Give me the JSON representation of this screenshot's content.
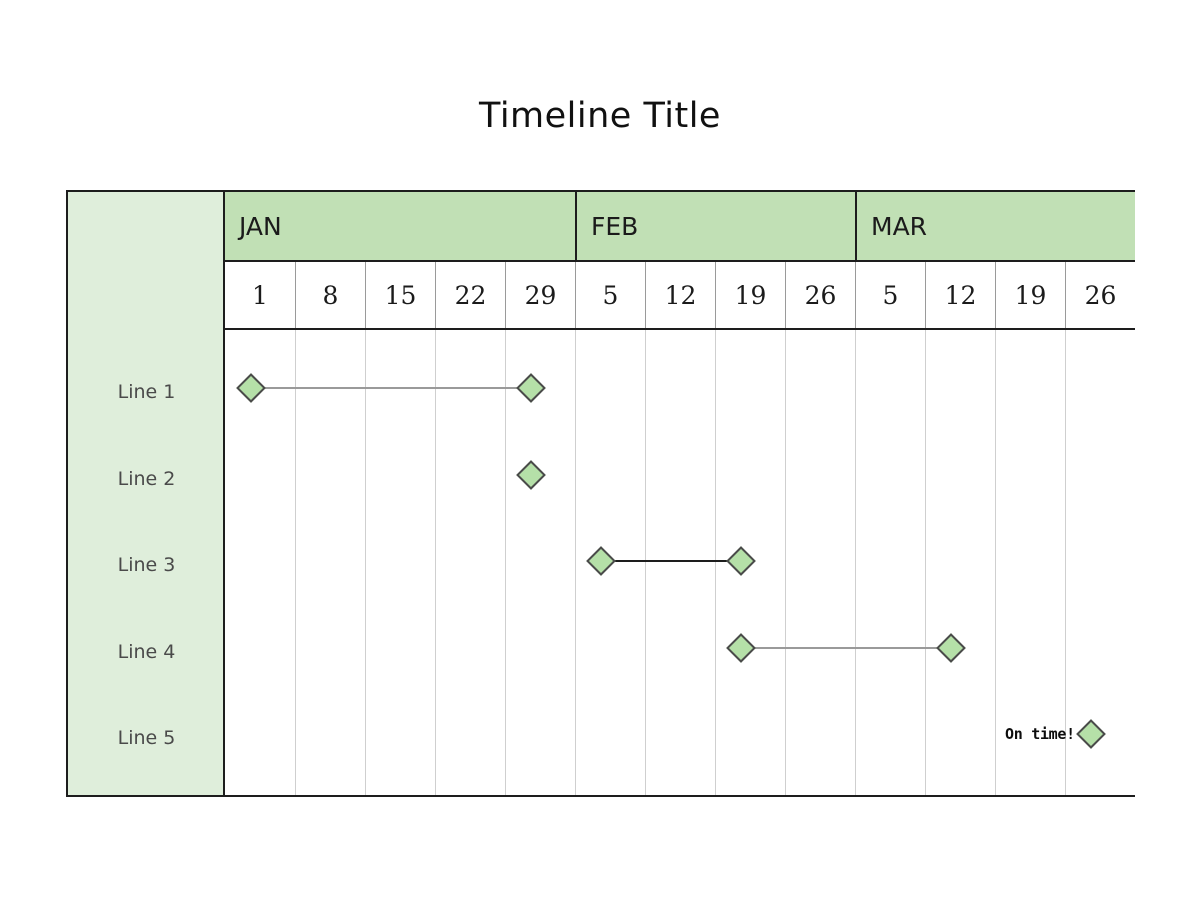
{
  "title": "Timeline Title",
  "colors": {
    "month_header_bg": "#c1e0b5",
    "row_label_bg": "#dfeedb",
    "milestone_fill": "#b5e0a8",
    "milestone_stroke": "#4a4a4a",
    "grid_line": "#cfcfcf",
    "frame": "#1d1d1d",
    "connector_light": "#9a9a9a",
    "connector_dark": "#1d1d1d",
    "label_text": "#4a4a4a",
    "header_text": "#1b1b1b"
  },
  "rows": [
    {
      "label": "Line 1"
    },
    {
      "label": "Line 2"
    },
    {
      "label": "Line 3"
    },
    {
      "label": "Line 4"
    },
    {
      "label": "Line 5"
    }
  ],
  "months": [
    {
      "label": "JAN",
      "span": 5
    },
    {
      "label": "FEB",
      "span": 4
    },
    {
      "label": "MAR",
      "span": 4
    }
  ],
  "days": [
    "1",
    "8",
    "15",
    "22",
    "29",
    "5",
    "12",
    "19",
    "26",
    "5",
    "12",
    "19",
    "26"
  ],
  "chart_data": {
    "type": "timeline",
    "title": "Timeline Title",
    "xlabel": "",
    "ylabel": "",
    "grid": true,
    "legend": "none",
    "axis_months": [
      "JAN",
      "FEB",
      "MAR"
    ],
    "axis_ticks": [
      "1",
      "8",
      "15",
      "22",
      "29",
      "5",
      "12",
      "19",
      "26",
      "5",
      "12",
      "19",
      "26"
    ],
    "categories": [
      "Line 1",
      "Line 2",
      "Line 3",
      "Line 4",
      "Line 5"
    ],
    "series": [
      {
        "name": "Line 1",
        "row": 0,
        "milestones": [
          {
            "tick": "JAN 1",
            "tick_index": 0
          },
          {
            "tick": "JAN 29",
            "tick_index": 4
          }
        ],
        "connector": {
          "from_tick_index": 0,
          "to_tick_index": 4,
          "style": "light"
        },
        "annotation": ""
      },
      {
        "name": "Line 2",
        "row": 1,
        "milestones": [
          {
            "tick": "JAN 29",
            "tick_index": 4
          }
        ],
        "connector": null,
        "annotation": ""
      },
      {
        "name": "Line 3",
        "row": 2,
        "milestones": [
          {
            "tick": "FEB 5",
            "tick_index": 5
          },
          {
            "tick": "FEB 19",
            "tick_index": 7
          }
        ],
        "connector": {
          "from_tick_index": 5,
          "to_tick_index": 7,
          "style": "dark"
        },
        "annotation": ""
      },
      {
        "name": "Line 4",
        "row": 3,
        "milestones": [
          {
            "tick": "FEB 19",
            "tick_index": 7
          },
          {
            "tick": "MAR 12",
            "tick_index": 10
          }
        ],
        "connector": {
          "from_tick_index": 7,
          "to_tick_index": 10,
          "style": "light"
        },
        "annotation": ""
      },
      {
        "name": "Line 5",
        "row": 4,
        "milestones": [
          {
            "tick": "MAR 26",
            "tick_index": 12
          }
        ],
        "connector": null,
        "annotation": "On time!"
      }
    ]
  }
}
